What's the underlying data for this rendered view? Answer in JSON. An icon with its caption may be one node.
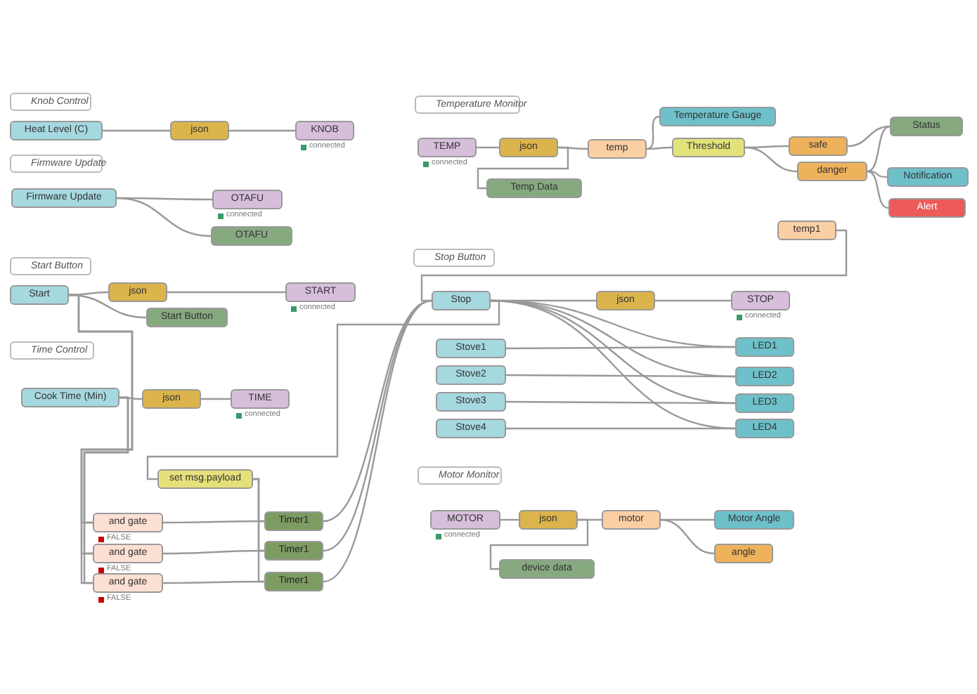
{
  "diagram": {
    "nodes": [
      {
        "text": [
          "Knob Control"
        ]
      },
      {
        "text": [
          "Heat Level (C)"
        ]
      },
      {
        "text": [
          "json"
        ]
      },
      {
        "text": [
          "KNOB"
        ],
        "beside": [
          "connected"
        ]
      },
      {
        "text": [
          "Firmware Update"
        ]
      },
      {
        "text": [
          "Firmware Update"
        ]
      },
      {
        "text": [
          "OTAFU"
        ],
        "beside": [
          "connected"
        ]
      },
      {
        "text": [
          "OTAFU"
        ]
      },
      {
        "text": [
          "Start Button"
        ]
      },
      {
        "text": [
          "Start"
        ]
      },
      {
        "text": [
          "json"
        ]
      },
      {
        "text": [
          "START"
        ],
        "beside": [
          "connected"
        ]
      },
      {
        "text": [
          "Start Button"
        ]
      },
      {
        "text": [
          "Time Control"
        ]
      },
      {
        "text": [
          "Cook Time (Min)"
        ]
      },
      {
        "text": [
          "json"
        ]
      },
      {
        "text": [
          "TIME"
        ],
        "beside": [
          "connected"
        ]
      },
      {
        "text": [
          "set msg.payload"
        ]
      },
      {
        "text": [
          "and gate"
        ],
        "beside": [
          "FALSE"
        ]
      },
      {
        "text": [
          "and gate"
        ],
        "beside": [
          "FALSE"
        ]
      },
      {
        "text": [
          "and gate"
        ],
        "beside": [
          "FALSE"
        ]
      },
      {
        "text": [
          "Timer1"
        ]
      },
      {
        "text": [
          "Timer1"
        ]
      },
      {
        "text": [
          "Timer1"
        ]
      },
      {
        "text": [
          "Temperature Monitor"
        ]
      },
      {
        "text": [
          "TEMP"
        ],
        "beside": [
          "connected"
        ]
      },
      {
        "text": [
          "json"
        ]
      },
      {
        "text": [
          "temp"
        ]
      },
      {
        "text": [
          "Temperature Gauge"
        ]
      },
      {
        "text": [
          "Threshold"
        ]
      },
      {
        "text": [
          "safe"
        ]
      },
      {
        "text": [
          "danger"
        ]
      },
      {
        "text": [
          "Status"
        ]
      },
      {
        "text": [
          "Notification"
        ]
      },
      {
        "text": [
          "Alert"
        ]
      },
      {
        "text": [
          "Temp Data"
        ]
      },
      {
        "text": [
          "temp1"
        ]
      },
      {
        "text": [
          "Stop Button"
        ]
      },
      {
        "text": [
          "Stop"
        ]
      },
      {
        "text": [
          "json"
        ]
      },
      {
        "text": [
          "STOP"
        ],
        "beside": [
          "connected"
        ]
      },
      {
        "text": [
          "Stove1"
        ]
      },
      {
        "text": [
          "Stove2"
        ]
      },
      {
        "text": [
          "Stove3"
        ]
      },
      {
        "text": [
          "Stove4"
        ]
      },
      {
        "text": [
          "LED1"
        ]
      },
      {
        "text": [
          "LED2"
        ]
      },
      {
        "text": [
          "LED3"
        ]
      },
      {
        "text": [
          "LED4"
        ]
      },
      {
        "text": [
          "Motor Monitor"
        ]
      },
      {
        "text": [
          "MOTOR"
        ],
        "beside": [
          "connected"
        ]
      },
      {
        "text": [
          "json"
        ]
      },
      {
        "text": [
          "motor"
        ]
      },
      {
        "text": [
          "Motor Angle"
        ]
      },
      {
        "text": [
          "angle"
        ]
      },
      {
        "text": [
          "device data"
        ]
      }
    ],
    "edges": [
      {
        "from": 1,
        "to": 2,
        "arrow": "none"
      },
      {
        "from": 2,
        "to": 3,
        "arrow": "none"
      },
      {
        "from": 5,
        "to": 6,
        "arrow": "none"
      },
      {
        "from": 5,
        "to": 7,
        "arrow": "none"
      },
      {
        "from": 9,
        "to": 10,
        "arrow": "none"
      },
      {
        "from": 10,
        "to": 11,
        "arrow": "none"
      },
      {
        "from": 9,
        "to": 12,
        "arrow": "none"
      },
      {
        "from": 9,
        "to": 18,
        "arrow": "none"
      },
      {
        "from": 9,
        "to": 19,
        "arrow": "none"
      },
      {
        "from": 9,
        "to": 20,
        "arrow": "none"
      },
      {
        "from": 14,
        "to": 15,
        "arrow": "none"
      },
      {
        "from": 15,
        "to": 16,
        "arrow": "none"
      },
      {
        "from": 14,
        "to": 18,
        "arrow": "none"
      },
      {
        "from": 14,
        "to": 19,
        "arrow": "none"
      },
      {
        "from": 14,
        "to": 20,
        "arrow": "none"
      },
      {
        "from": 17,
        "to": 21,
        "arrow": "none"
      },
      {
        "from": 17,
        "to": 22,
        "arrow": "none"
      },
      {
        "from": 17,
        "to": 23,
        "arrow": "none"
      },
      {
        "from": 18,
        "to": 21,
        "arrow": "none"
      },
      {
        "from": 19,
        "to": 22,
        "arrow": "none"
      },
      {
        "from": 20,
        "to": 23,
        "arrow": "none"
      },
      {
        "from": 21,
        "to": 38,
        "arrow": "none"
      },
      {
        "from": 22,
        "to": 38,
        "arrow": "none"
      },
      {
        "from": 23,
        "to": 38,
        "arrow": "none"
      },
      {
        "from": 25,
        "to": 26,
        "arrow": "none"
      },
      {
        "from": 26,
        "to": 27,
        "arrow": "none"
      },
      {
        "from": 26,
        "to": 35,
        "arrow": "none"
      },
      {
        "from": 27,
        "to": 28,
        "arrow": "none"
      },
      {
        "from": 27,
        "to": 29,
        "arrow": "none"
      },
      {
        "from": 29,
        "to": 30,
        "arrow": "none"
      },
      {
        "from": 29,
        "to": 31,
        "arrow": "none"
      },
      {
        "from": 30,
        "to": 32,
        "arrow": "none"
      },
      {
        "from": 31,
        "to": 32,
        "arrow": "none"
      },
      {
        "from": 31,
        "to": 33,
        "arrow": "none"
      },
      {
        "from": 31,
        "to": 34,
        "arrow": "none"
      },
      {
        "from": 36,
        "to": 38,
        "arrow": "none"
      },
      {
        "from": 38,
        "to": 39,
        "arrow": "none"
      },
      {
        "from": 39,
        "to": 40,
        "arrow": "none"
      },
      {
        "from": 38,
        "to": 17,
        "arrow": "none"
      },
      {
        "from": 38,
        "to": 45,
        "arrow": "none"
      },
      {
        "from": 38,
        "to": 46,
        "arrow": "none"
      },
      {
        "from": 38,
        "to": 47,
        "arrow": "none"
      },
      {
        "from": 38,
        "to": 48,
        "arrow": "none"
      },
      {
        "from": 41,
        "to": 45,
        "arrow": "none"
      },
      {
        "from": 42,
        "to": 46,
        "arrow": "none"
      },
      {
        "from": 43,
        "to": 47,
        "arrow": "none"
      },
      {
        "from": 44,
        "to": 48,
        "arrow": "none"
      },
      {
        "from": 50,
        "to": 51,
        "arrow": "none"
      },
      {
        "from": 51,
        "to": 52,
        "arrow": "none"
      },
      {
        "from": 51,
        "to": 55,
        "arrow": "none"
      },
      {
        "from": 52,
        "to": 53,
        "arrow": "none"
      },
      {
        "from": 52,
        "to": 54,
        "arrow": "none"
      }
    ]
  }
}
